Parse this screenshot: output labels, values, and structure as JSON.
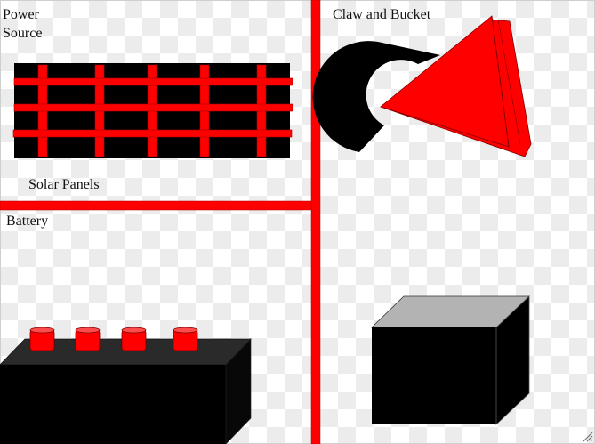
{
  "labels": {
    "power_source": "Power Source",
    "solar_panels": "Solar Panels",
    "battery": "Battery",
    "claw_and_bucket": "Claw and Bucket"
  },
  "colors": {
    "accent_red": "#ff0000",
    "dark_red": "#b00000",
    "black": "#000000",
    "battery_top": "#2a2a2a",
    "box_top": "#b3b3b3",
    "checker": "#ececec"
  },
  "icons": {
    "solar_panel": "solar-panel-icon",
    "battery": "battery-icon",
    "claw": "claw-icon",
    "box": "box-icon",
    "resize": "resize-grip-icon"
  }
}
